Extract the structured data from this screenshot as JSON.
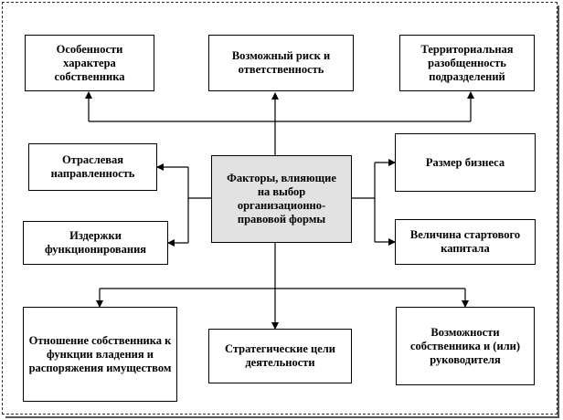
{
  "center": "Факторы, влияющие на выбор организационно-правовой формы",
  "boxes": {
    "owner_features": "Особенности характера собственника",
    "risk": "Возможный риск и ответственность",
    "territorial": "Территориальная разобщенность подразделений",
    "industry": "Отраслевая направленность",
    "costs": "Издержки функционирования",
    "business_size": "Размер бизнеса",
    "start_capital": "Величина стартового капитала",
    "attitude": "Отношение собственника к функции владения и распоряжения имуществом",
    "strategic_goals": "Стратегические цели деятельности",
    "capabilities": "Возможности собственника и (или) руководителя"
  }
}
